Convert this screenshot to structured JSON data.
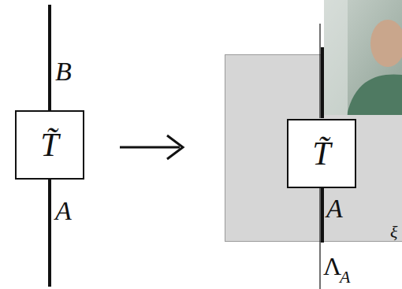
{
  "diagram": {
    "nodes": [
      {
        "text": [
          "T̃"
        ]
      },
      {
        "text": [
          "ξ"
        ]
      },
      {
        "text": [
          "T̃"
        ],
        "in": 1
      }
    ],
    "labels": [
      "B",
      "A",
      "A",
      "Λ",
      "A"
    ]
  }
}
